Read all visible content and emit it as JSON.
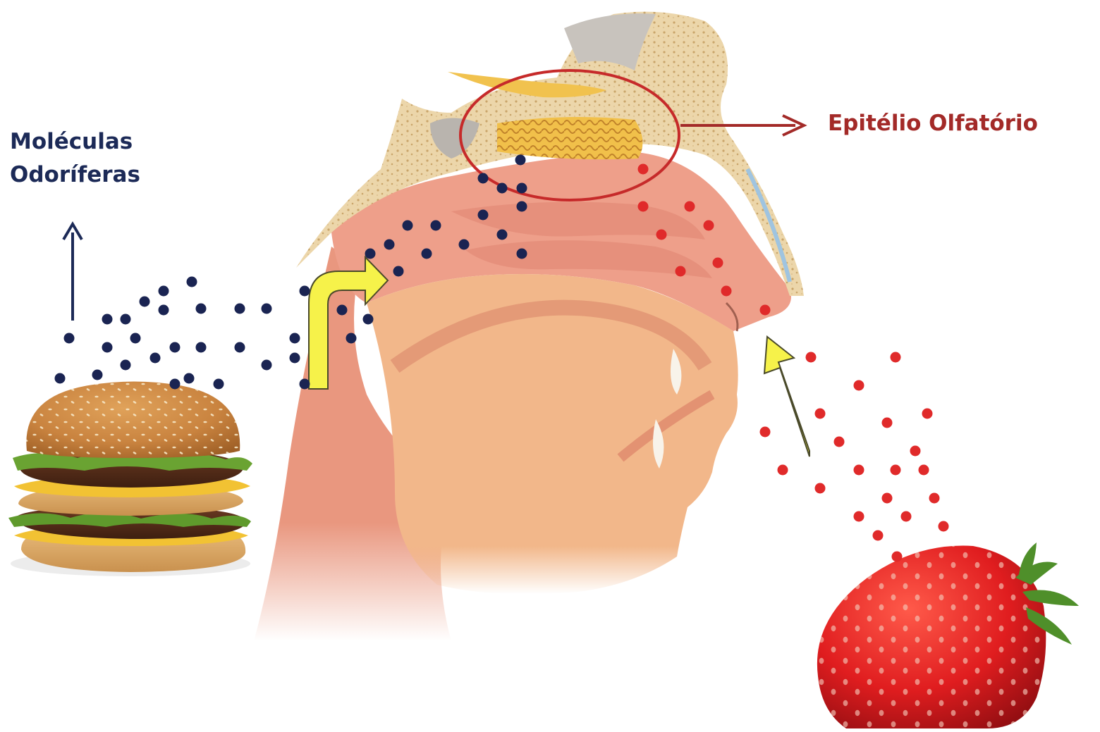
{
  "labels": {
    "molecules_line1": "Moléculas",
    "molecules_line2": "Odoríferas",
    "olfactory_epithelium": "Epitélio Olfatório"
  },
  "colors": {
    "label_dark_blue": "#1c2a57",
    "label_dark_red": "#a32a28",
    "burger_molecule": "#1a2452",
    "strawberry_molecule": "#e02a2a",
    "flow_arrow": "#f6f24a",
    "skin": "#f2b78a",
    "tissue": "#e89a84",
    "bone": "#e9d3a6",
    "highlight_ellipse": "#c62a2a"
  },
  "illustrations": {
    "hamburger": "hamburger",
    "strawberry": "strawberry",
    "head": "head-sagittal-section"
  }
}
